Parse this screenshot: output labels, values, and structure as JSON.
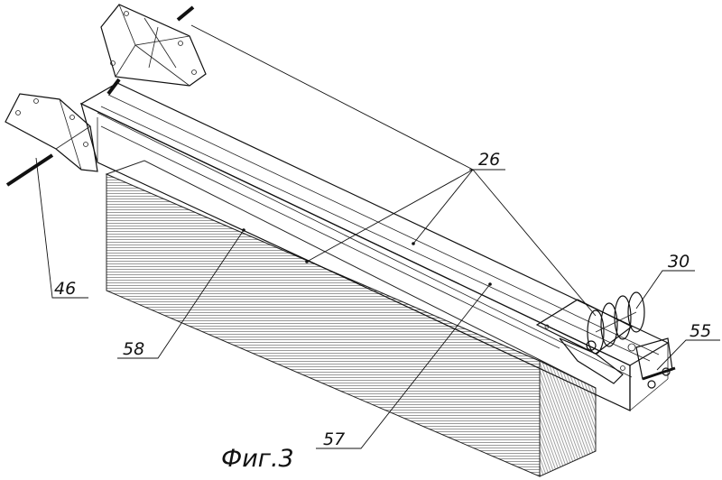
{
  "figure": {
    "caption": "Фиг.3",
    "callouts": [
      "26",
      "30",
      "55",
      "46",
      "58",
      "57"
    ]
  }
}
